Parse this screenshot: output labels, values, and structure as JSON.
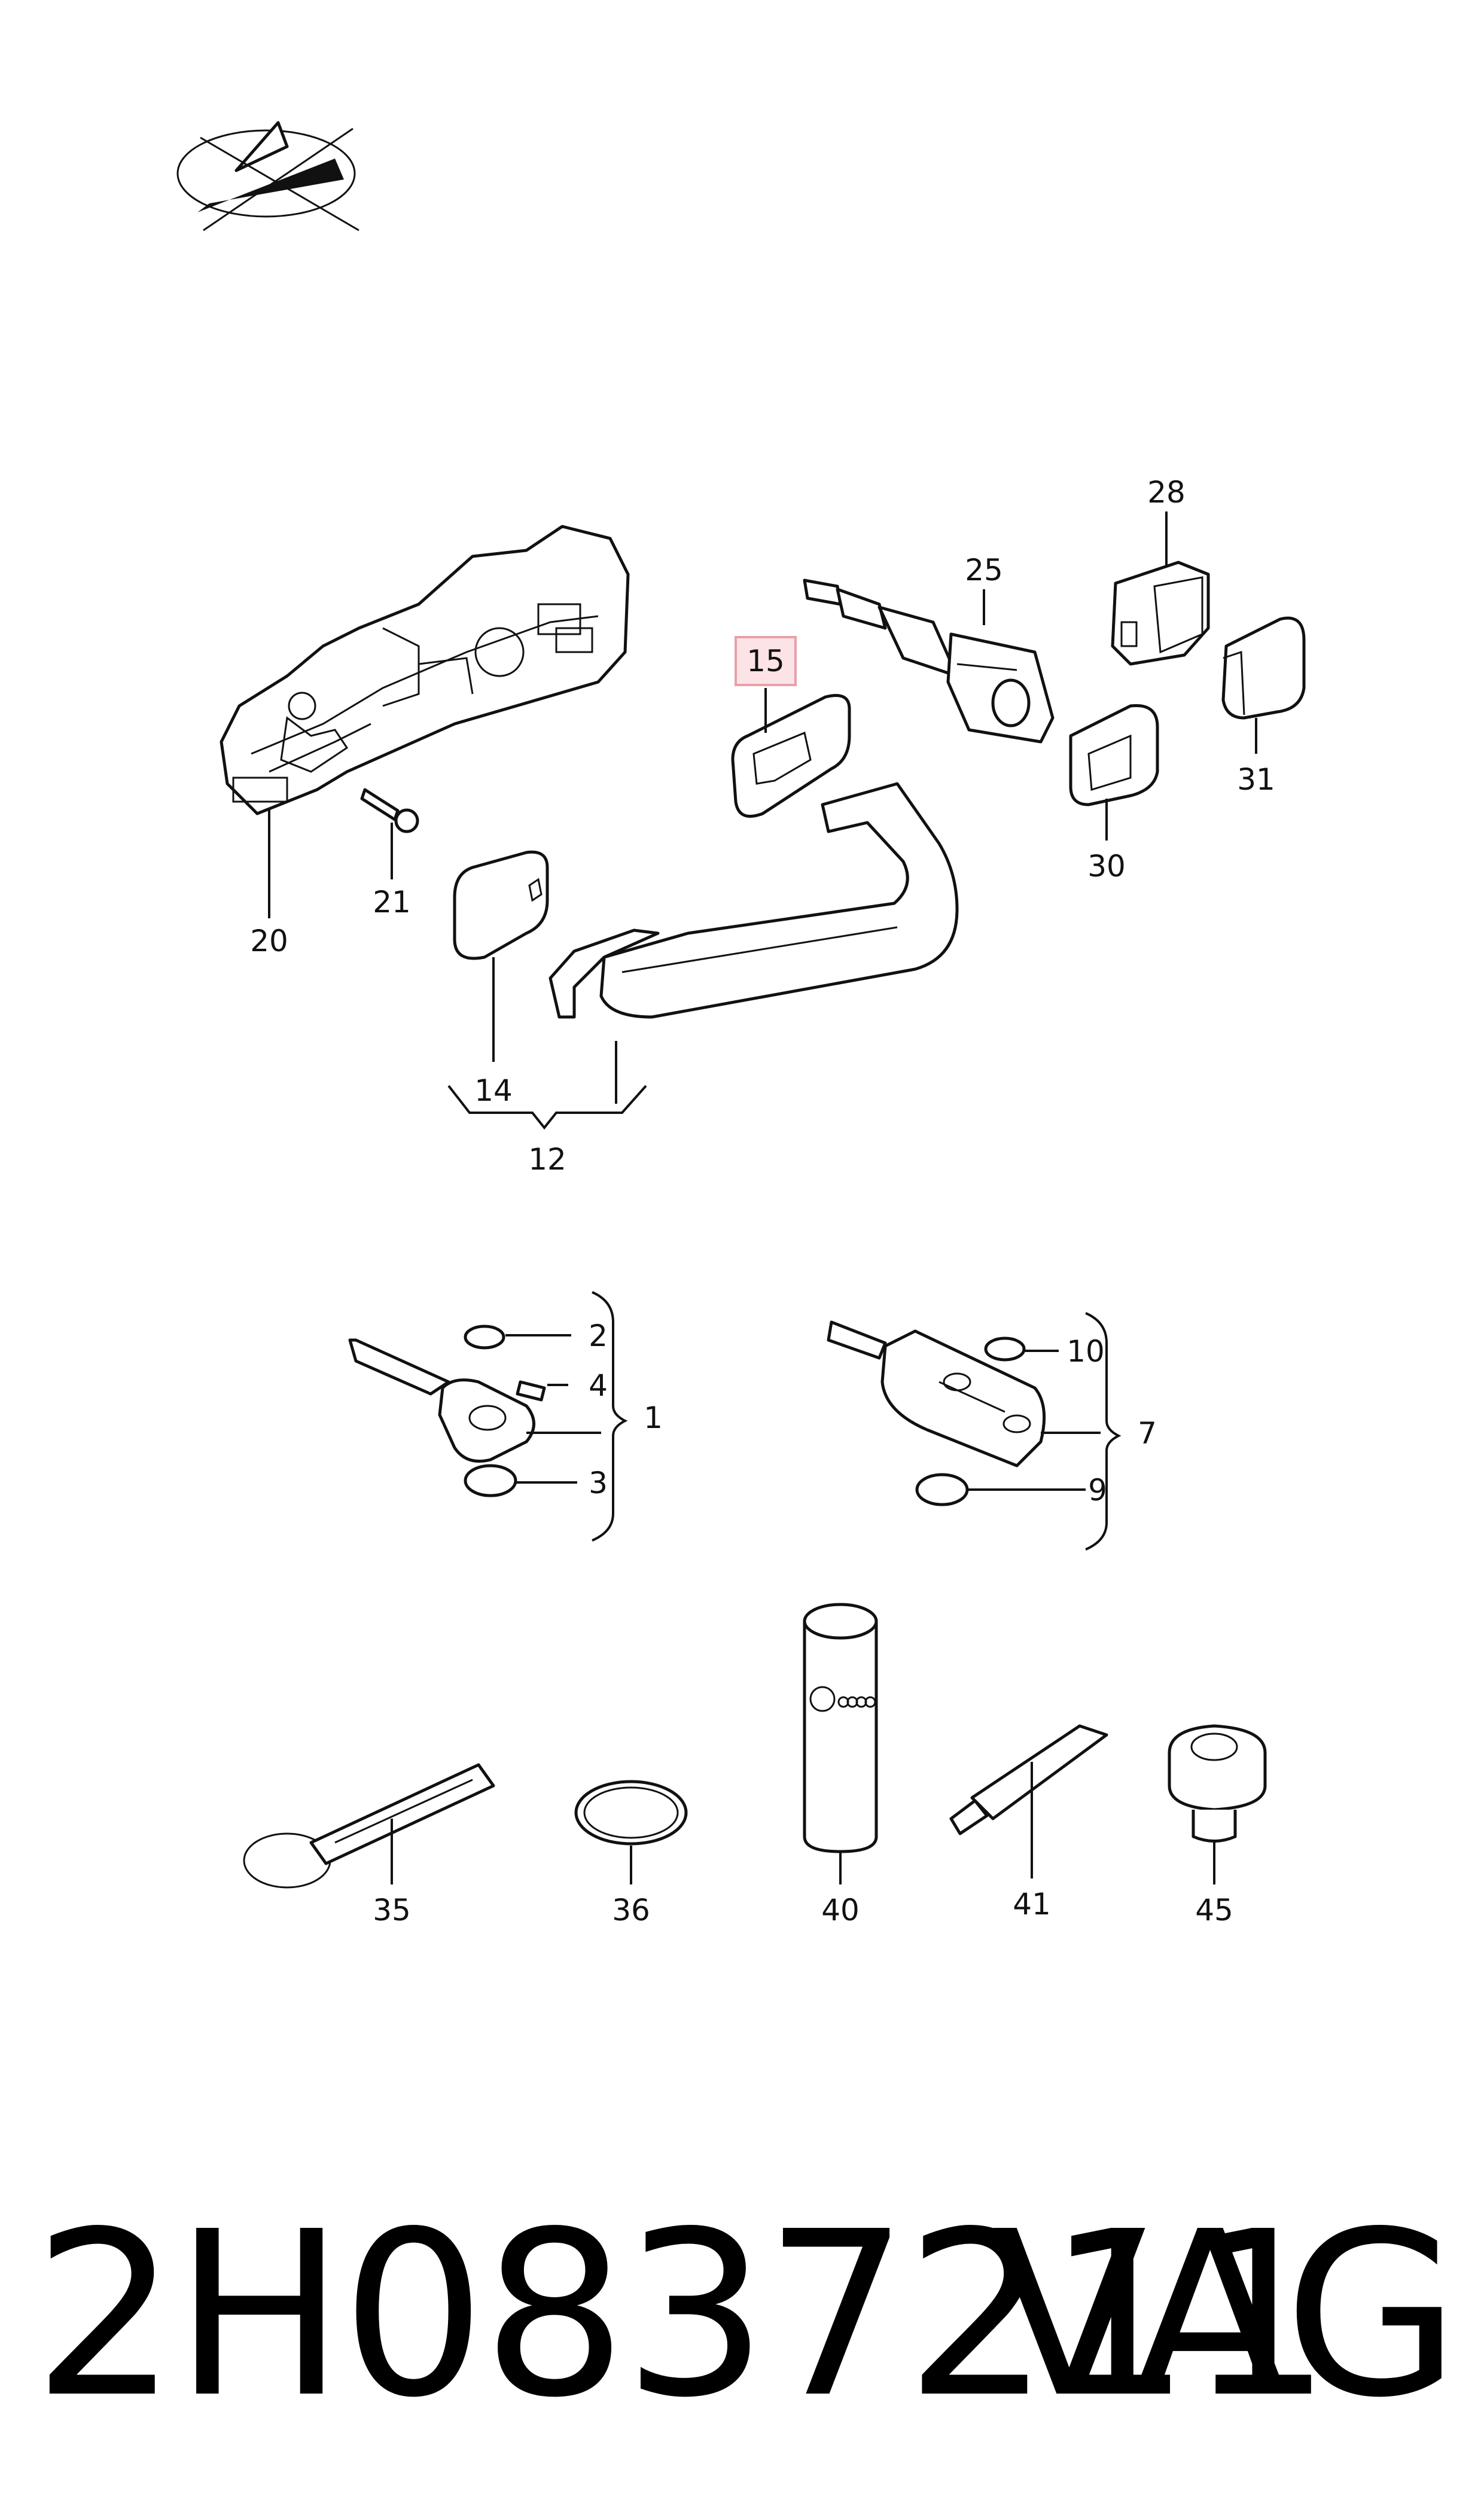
{
  "callouts": {
    "c15": "15",
    "c20": "20",
    "c21": "21",
    "c25": "25",
    "c28": "28",
    "c30": "30",
    "c31": "31",
    "c14": "14",
    "c12": "12",
    "c2": "2",
    "c4": "4",
    "c1": "1",
    "c3": "3",
    "c10": "10",
    "c7": "7",
    "c9": "9",
    "c35": "35",
    "c36": "36",
    "c40": "40",
    "c41": "41",
    "c45": "45"
  },
  "highlight_color": "#e8a0a8",
  "highlight_fill": "#fbe3e6",
  "footer": {
    "part_number": "2H0837211",
    "brand": "VAG"
  }
}
